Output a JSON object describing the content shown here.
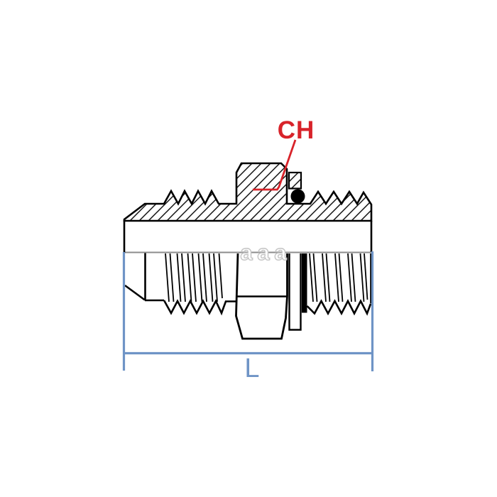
{
  "page": {
    "background": "#ffffff"
  },
  "colors": {
    "outline": "#000000",
    "centerline": "#8c8c8c",
    "dimension": "#6F94C6",
    "callout": "#D8232A",
    "watermark_stroke": "#c4c4c4"
  },
  "labels": {
    "hex_callout": "CH",
    "length_dimension": "L"
  },
  "watermark": {
    "letters": [
      "a",
      "a",
      "a"
    ]
  }
}
